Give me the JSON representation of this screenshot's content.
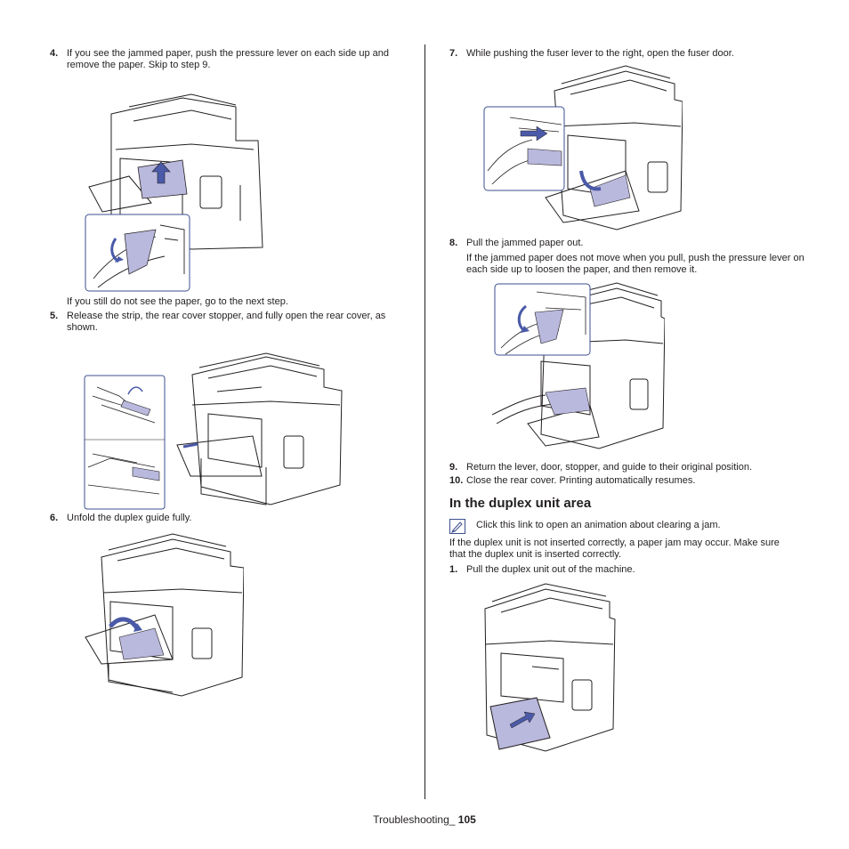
{
  "left": {
    "step4": {
      "num": "4.",
      "text": "If you see the jammed paper, push the pressure lever on each side up and remove the paper. Skip to step 9."
    },
    "note4": "If you still do not see the paper, go to the next step.",
    "step5": {
      "num": "5.",
      "text": "Release the strip, the rear cover stopper, and fully open the rear cover, as shown."
    },
    "step6": {
      "num": "6.",
      "text": "Unfold the duplex guide fully."
    }
  },
  "right": {
    "step7": {
      "num": "7.",
      "text": "While pushing the fuser lever to the right, open the fuser door."
    },
    "step8": {
      "num": "8.",
      "text": "Pull the jammed paper out.",
      "detail": "If the jammed paper does not move when you pull, push the pressure lever on each side up to loosen the paper, and then remove it."
    },
    "step9": {
      "num": "9.",
      "text": "Return the lever, door, stopper, and guide to their original position."
    },
    "step10": {
      "num": "10.",
      "text": "Close the rear cover. Printing automatically resumes."
    },
    "section_title": "In the duplex unit area",
    "anim_link": "Click this link to open an animation about clearing a jam.",
    "duplex_intro": "If the duplex unit is not inserted correctly, a paper jam may occur. Make sure that the duplex unit is inserted correctly.",
    "step1": {
      "num": "1.",
      "text": "Pull the duplex unit out of the machine."
    }
  },
  "footer": {
    "section": "Troubleshooting_",
    "page": "105"
  },
  "colors": {
    "text": "#231f20",
    "callout_border": "#3d4f8f",
    "arrow_fill": "#4a5aa8",
    "paper_highlight": "#b9b8dd"
  },
  "icons": {
    "anim_link": "animation-link-icon"
  }
}
